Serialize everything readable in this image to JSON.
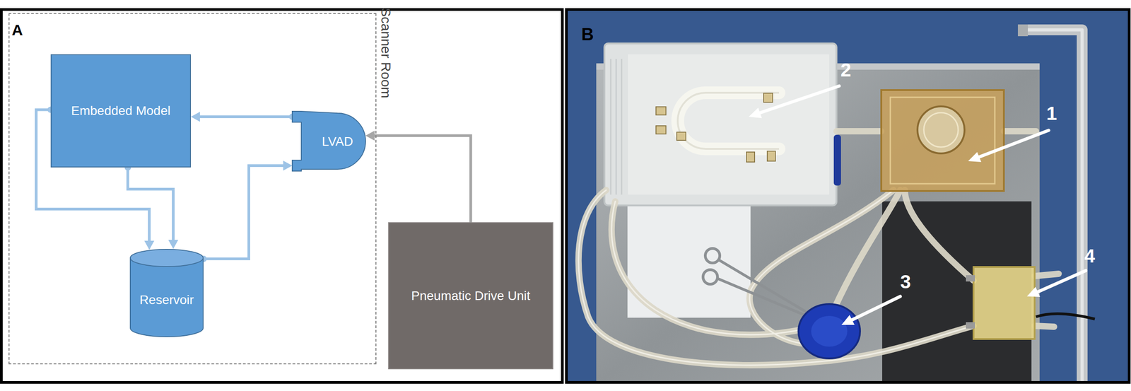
{
  "diagram": {
    "nodes": [
      {
        "text": [
          "Scanner Room"
        ]
      },
      {
        "text": [
          "Embedded Model"
        ],
        "in": 0
      },
      {
        "text": [
          "LVAD"
        ],
        "in": 0
      },
      {
        "text": [
          "Reservoir"
        ],
        "in": 0
      },
      {
        "text": [
          "Pneumatic Drive Unit"
        ]
      }
    ],
    "edges": [
      {
        "from": 2,
        "to": 1,
        "arrow": "to"
      },
      {
        "from": 1,
        "to": 3,
        "arrow": "to"
      },
      {
        "from": 1,
        "to": 3,
        "arrow": "to"
      },
      {
        "from": 3,
        "to": 2,
        "arrow": "to"
      },
      {
        "from": 4,
        "to": 2,
        "arrow": "to"
      }
    ],
    "labels": [
      "A",
      "B",
      "1",
      "2",
      "3",
      "4"
    ]
  }
}
